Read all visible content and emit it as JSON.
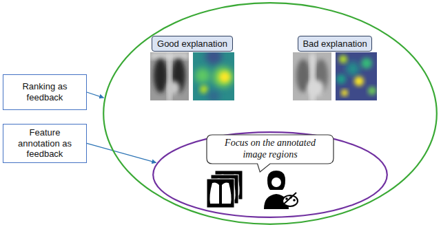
{
  "diagram": {
    "nodes": [
      {
        "text": []
      },
      {
        "text": [
          "Good explanation"
        ],
        "in": 0
      },
      {
        "text": [
          "Bad explanation"
        ],
        "in": 0
      },
      {
        "text": [],
        "in": 0
      },
      {
        "text": [
          "Focus on the annotated image regions"
        ],
        "in": 3
      },
      {
        "text": [
          "Ranking as feedback"
        ]
      },
      {
        "text": [
          "Feature annotation as feedback"
        ]
      }
    ],
    "edges": [
      {
        "from": 5,
        "to": 0,
        "arrow": "to"
      },
      {
        "from": 6,
        "to": 3,
        "arrow": "to"
      }
    ]
  }
}
